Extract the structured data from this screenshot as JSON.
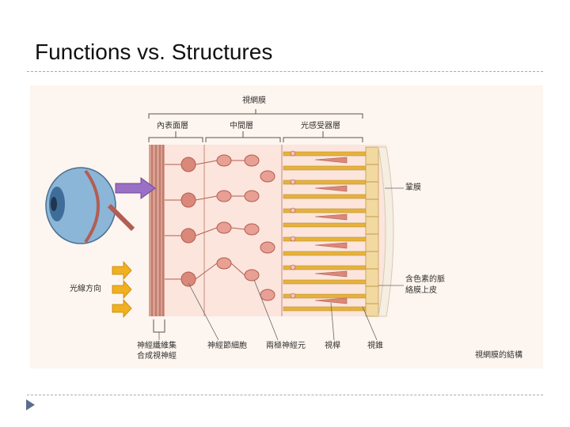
{
  "slide": {
    "title": "Functions vs. Structures"
  },
  "figure": {
    "labels": {
      "retina": "視網膜",
      "inner_surface_layer": "內表面層",
      "middle_layer": "中間層",
      "photoreceptor_layer": "光感受器層",
      "sclera": "鞏膜",
      "pigment_epithelium_line1": "含色素的脈",
      "pigment_epithelium_line2": "絡膜上皮",
      "light_direction": "光線方向",
      "optic_fibers_line1": "神經纖維集",
      "optic_fibers_line2": "合成視神經",
      "ganglion_cells": "神經節細胞",
      "bipolar_neurons": "兩極神經元",
      "rods": "視桿",
      "cones": "視錐",
      "caption": "視網膜的結構"
    },
    "colors": {
      "nerve_tissue": "#d9887a",
      "nerve_dark": "#b35d52",
      "photoreceptor": "#e6b23c",
      "epithelium": "#f2d9a0",
      "arrow": "#f0b020",
      "pointer": "#9a6fc6",
      "eyeball": "#8bb6d8"
    }
  }
}
